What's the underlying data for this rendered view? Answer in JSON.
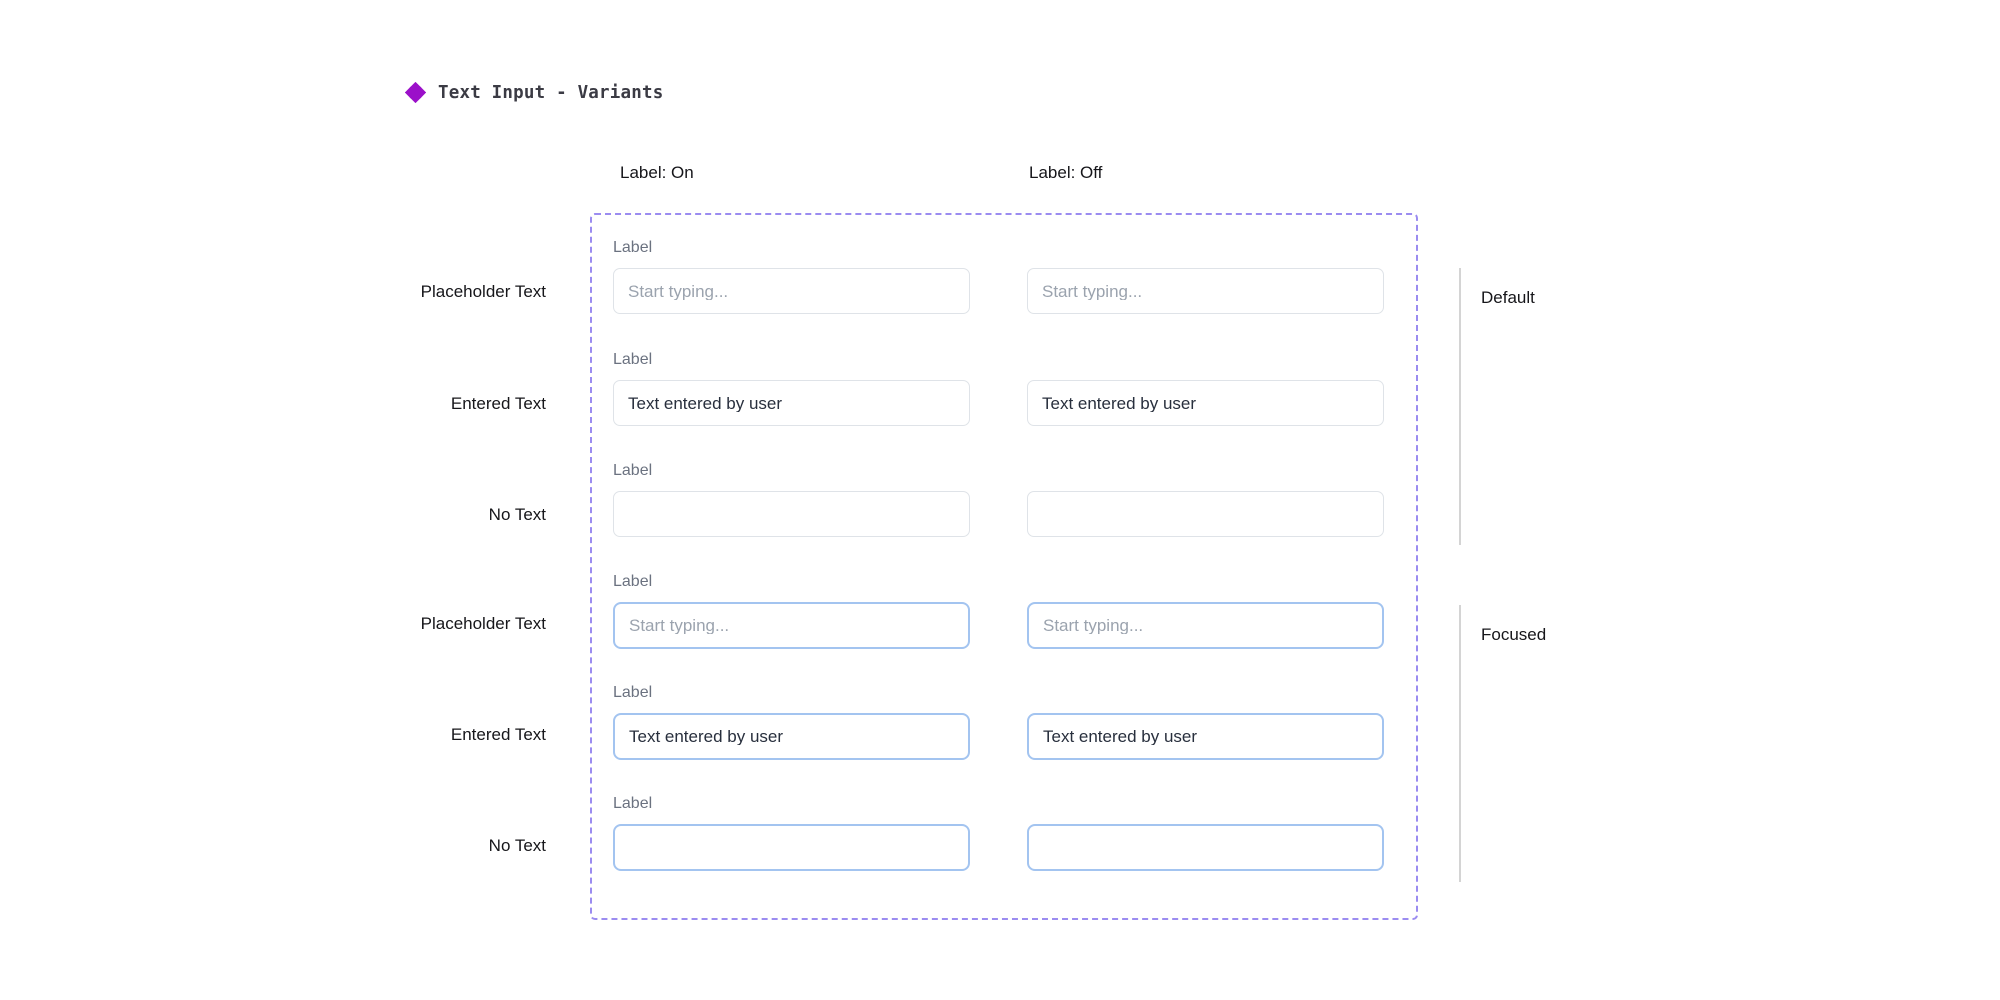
{
  "page": {
    "background": "#ffffff",
    "accent_purple": "#9b8cf0",
    "icon_purple": "#9b10c9",
    "focus_blue": "#a3c4f0",
    "border_gray": "#dfe3e8",
    "label_gray": "#6b7280",
    "placeholder_gray": "#9ba3ae",
    "value_dark": "#282f3d"
  },
  "title": {
    "icon": "four-diamond-icon",
    "text": "Text Input - Variants"
  },
  "columns": [
    {
      "label": "Label: On",
      "show_label": true
    },
    {
      "label": "Label: Off",
      "show_label": false
    }
  ],
  "groups": [
    {
      "label": "Default"
    },
    {
      "label": "Focused"
    }
  ],
  "field_label": "Label",
  "rows": [
    {
      "row_label": "Placeholder Text",
      "state": "default",
      "content": "placeholder",
      "value": "Start typing...",
      "placeholder": "Start typing..."
    },
    {
      "row_label": "Entered Text",
      "state": "default",
      "content": "entered",
      "value": "Text entered by user",
      "placeholder": "Start typing..."
    },
    {
      "row_label": "No Text",
      "state": "default",
      "content": "empty",
      "value": "",
      "placeholder": ""
    },
    {
      "row_label": "Placeholder Text",
      "state": "focused",
      "content": "placeholder",
      "value": "Start typing...",
      "placeholder": "Start typing..."
    },
    {
      "row_label": "Entered Text",
      "state": "focused",
      "content": "entered",
      "value": "Text entered by user",
      "placeholder": "Start typing..."
    },
    {
      "row_label": "No Text",
      "state": "focused",
      "content": "empty",
      "value": "",
      "placeholder": ""
    }
  ]
}
